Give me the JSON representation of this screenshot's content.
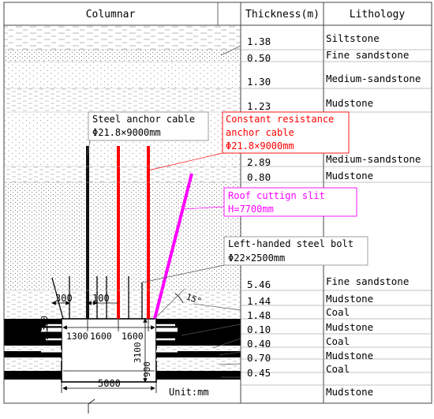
{
  "header": {
    "columnar": "Columnar",
    "thickness": "Thickness(m)",
    "lithology": "Lithology"
  },
  "strata": [
    {
      "thickness": "1.38",
      "lithology": "Siltstone"
    },
    {
      "thickness": "0.50",
      "lithology": "Fine sandstone"
    },
    {
      "thickness": "1.30",
      "lithology": "Medium-sandstone"
    },
    {
      "thickness": "1.23",
      "lithology": "Mudstone"
    },
    {
      "thickness": "2.89",
      "lithology": "Medium-sandstone"
    },
    {
      "thickness": "0.80",
      "lithology": "Mudstone"
    },
    {
      "thickness": "5.46",
      "lithology": "Fine sandstone"
    },
    {
      "thickness": "1.44",
      "lithology": "Mudstone"
    },
    {
      "thickness": "1.48",
      "lithology": "Coal"
    },
    {
      "thickness": "0.10",
      "lithology": "Mudstone"
    },
    {
      "thickness": "0.40",
      "lithology": "Coal"
    },
    {
      "thickness": "0.70",
      "lithology": "Mudstone"
    },
    {
      "thickness": "0.45",
      "lithology": "Coal"
    },
    {
      "thickness": "",
      "lithology": "Mudstone"
    }
  ],
  "callouts": {
    "steel_cable_1": "Steel anchor cable",
    "steel_cable_2": "Φ21.8×9000mm",
    "const_cable_1": "Constant resistance",
    "const_cable_2": "anchor cable",
    "const_cable_3": "Φ21.8×9000mm",
    "slit_1": "Roof cuttign slit",
    "slit_2": "H=7700mm",
    "bolt_1": "Left-handed steel bolt",
    "bolt_2": "Φ22×2500mm"
  },
  "dimensions": {
    "d300_top": "300",
    "d100": "100",
    "d15deg": "15°",
    "d300_side": "300",
    "d1300": "1300",
    "d1600a": "1600",
    "d1600b": "1600",
    "d3100": "3100",
    "d900": "900",
    "d5000": "5000",
    "unit": "Unit:mm"
  },
  "colors": {
    "steel_cable": "#111111",
    "constant_cable": "#ff0000",
    "roof_slit": "#ff00ff",
    "coal": "#000000"
  }
}
